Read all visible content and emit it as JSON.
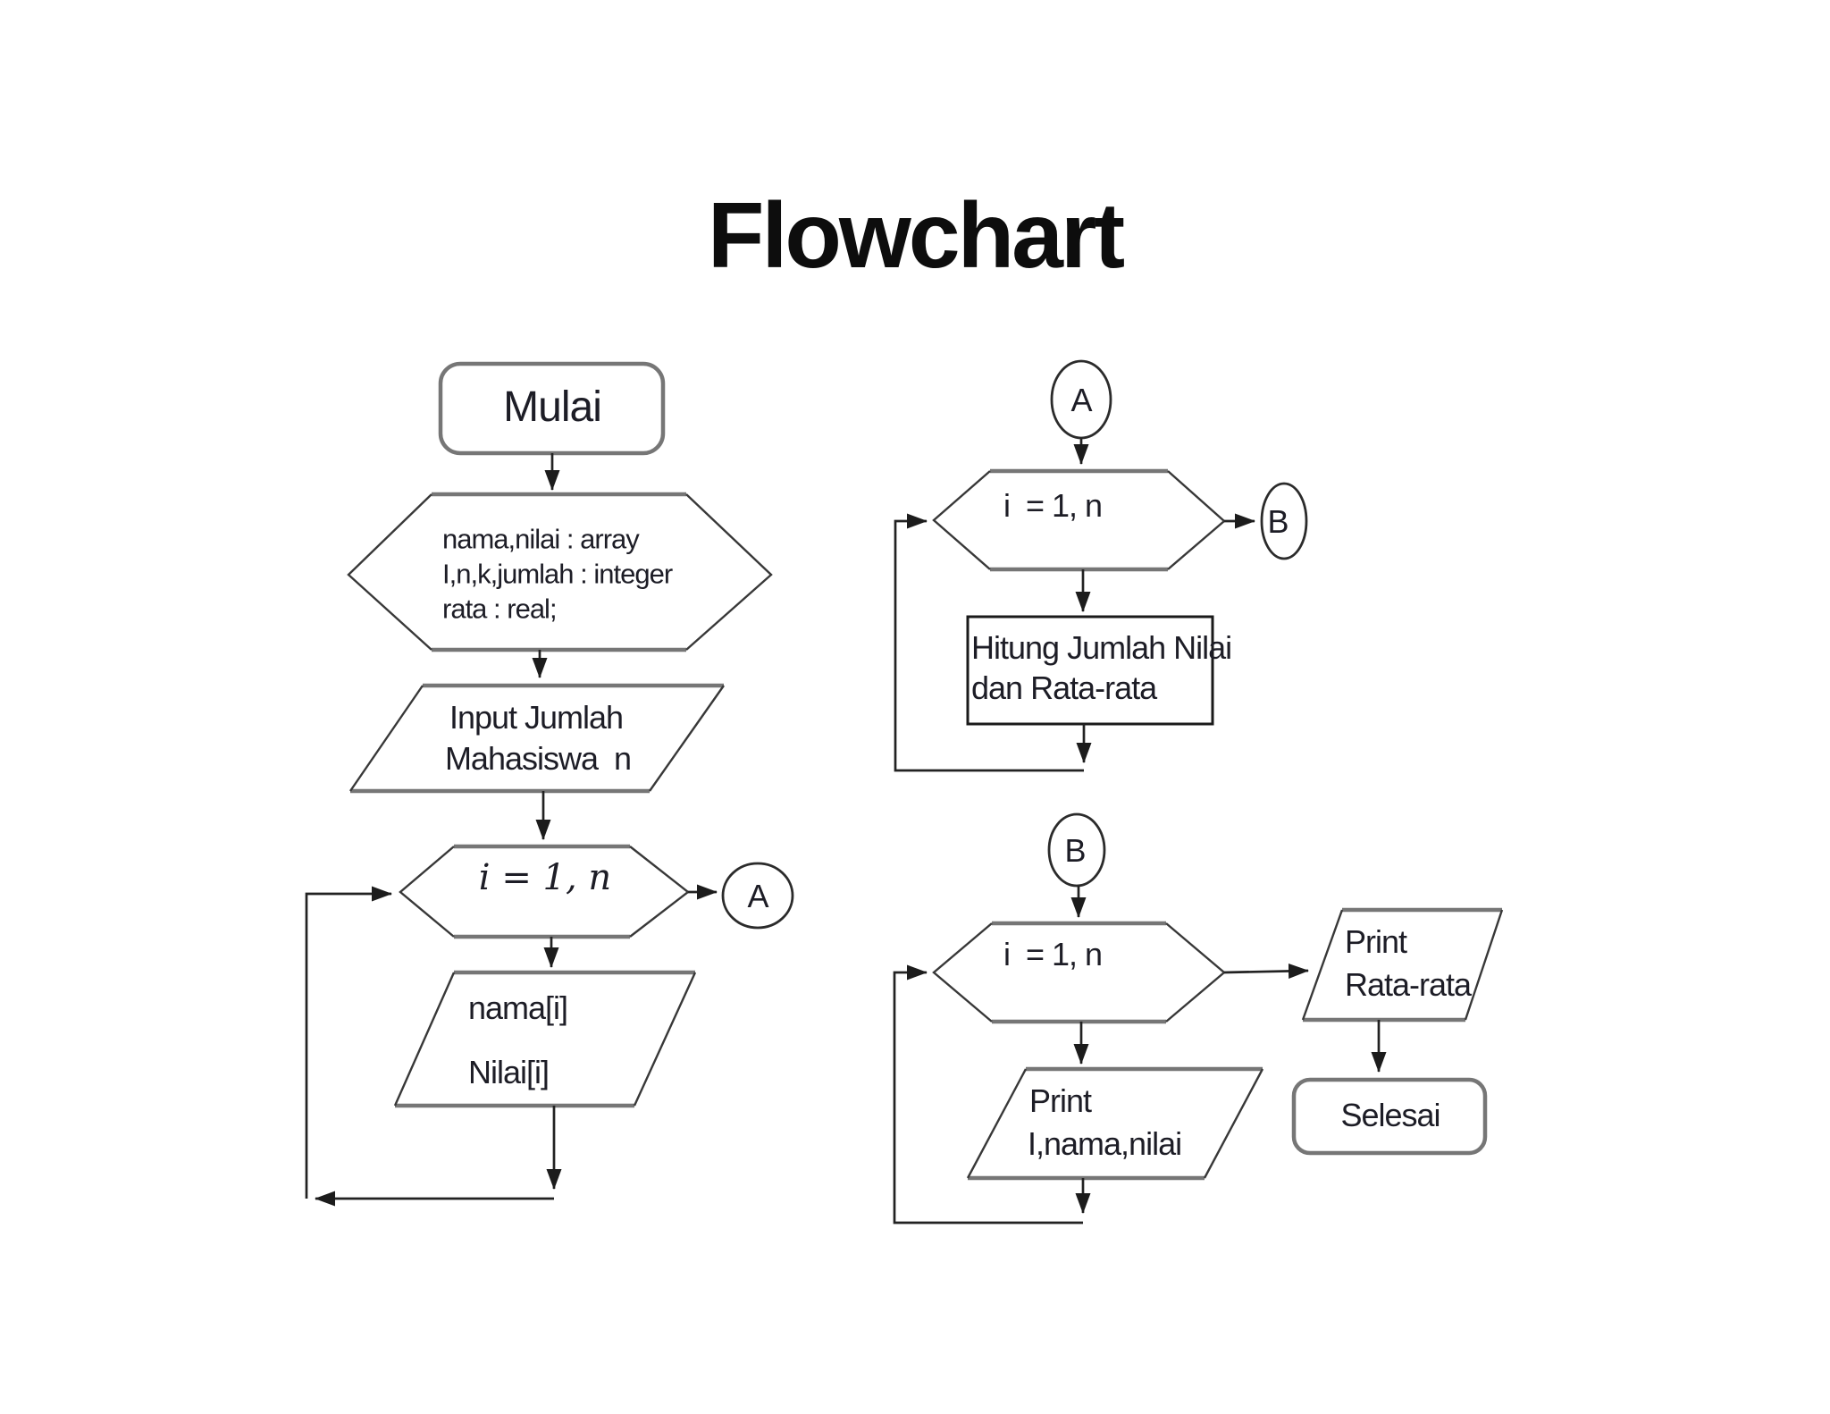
{
  "title": "Flowchart",
  "colors": {
    "background": "#ffffff",
    "shape_border_gray": "#767676",
    "shape_border_dark": "#383838",
    "process_border": "#1a1a1a",
    "text": "#1d1d26",
    "arrow": "#222222"
  },
  "nodes": {
    "start": {
      "shape": "rounded-rectangle",
      "label": "Mulai"
    },
    "declare": {
      "shape": "hexagon",
      "lines": [
        "nama,nilai : array",
        "I,n,k,jumlah : integer",
        "rata : real;"
      ]
    },
    "input_n": {
      "shape": "parallelogram",
      "lines": [
        "Input Jumlah",
        "Mahasiswa  n"
      ]
    },
    "loop_read": {
      "shape": "loop-hexagon",
      "label": "i = 1, n"
    },
    "connector_a_out": {
      "shape": "circle",
      "label": "A"
    },
    "read_data": {
      "shape": "parallelogram",
      "lines": [
        "nama[i]",
        "Nilai[i]"
      ]
    },
    "connector_a_in": {
      "shape": "circle",
      "label": "A"
    },
    "loop_sum": {
      "shape": "loop-hexagon",
      "label": "i  = 1, n"
    },
    "connector_b_out": {
      "shape": "circle",
      "label": "B"
    },
    "process_sum": {
      "shape": "rectangle",
      "lines": [
        "Hitung Jumlah Nilai",
        "dan Rata-rata"
      ]
    },
    "connector_b_in": {
      "shape": "circle",
      "label": "B"
    },
    "loop_print": {
      "shape": "loop-hexagon",
      "label": "i  = 1, n"
    },
    "print_detail": {
      "shape": "parallelogram",
      "lines": [
        "Print",
        "I,nama,nilai"
      ]
    },
    "print_avg": {
      "shape": "parallelogram",
      "lines": [
        "Print",
        "Rata-rata"
      ]
    },
    "finish": {
      "shape": "rounded-rectangle",
      "label": "Selesai"
    }
  }
}
